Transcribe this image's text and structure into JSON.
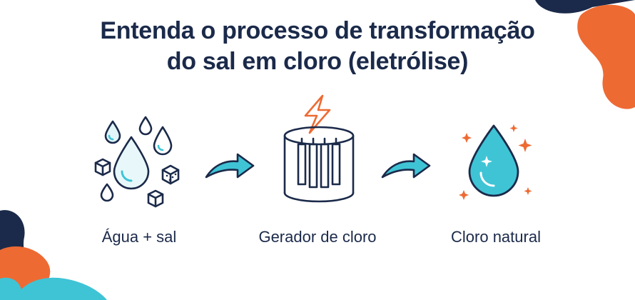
{
  "title": {
    "line1": "Entenda o processo de transformação",
    "line2": "do sal em cloro (eletrólise)"
  },
  "steps": [
    {
      "label": "Água + sal",
      "icon": "water-drops-salt-cubes-icon"
    },
    {
      "label": "Gerador de cloro",
      "icon": "chlorine-generator-icon"
    },
    {
      "label": "Cloro natural",
      "icon": "sparkling-water-drop-icon"
    }
  ],
  "arrows": [
    "arrow-right-icon",
    "arrow-right-icon"
  ],
  "colors": {
    "navy": "#1b2a4a",
    "teal": "#3fc4d6",
    "orange": "#ee6a33",
    "background": "#ffffff"
  }
}
